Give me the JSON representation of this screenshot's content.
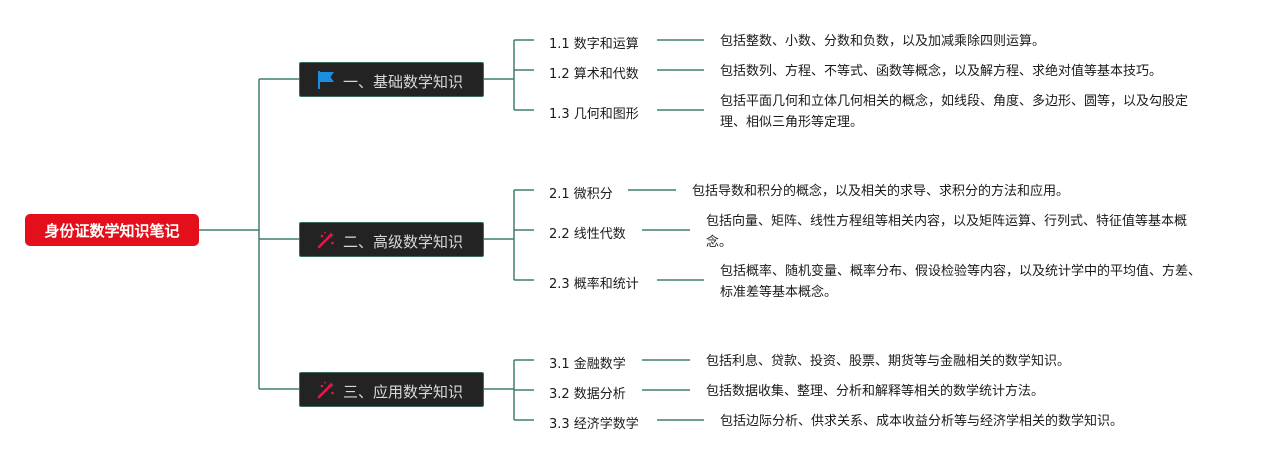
{
  "root": {
    "label": "身份证数学知识笔记"
  },
  "branches": [
    {
      "label": "一、基础数学知识",
      "icon": "flag-icon",
      "children": [
        {
          "label": "1.1 数字和运算",
          "desc": "包括整数、小数、分数和负数，以及加减乘除四则运算。"
        },
        {
          "label": "1.2 算术和代数",
          "desc": "包括数列、方程、不等式、函数等概念，以及解方程、求绝对值等基本技巧。"
        },
        {
          "label": "1.3 几何和图形",
          "desc": "包括平面几何和立体几何相关的概念，如线段、角度、多边形、圆等，以及勾股定理、相似三角形等定理。"
        }
      ]
    },
    {
      "label": "二、高级数学知识",
      "icon": "magic-wand-icon",
      "children": [
        {
          "label": "2.1 微积分",
          "desc": "包括导数和积分的概念，以及相关的求导、求积分的方法和应用。"
        },
        {
          "label": "2.2 线性代数",
          "desc": "包括向量、矩阵、线性方程组等相关内容，以及矩阵运算、行列式、特征值等基本概念。"
        },
        {
          "label": "2.3 概率和统计",
          "desc": "包括概率、随机变量、概率分布、假设检验等内容，以及统计学中的平均值、方差、标准差等基本概念。"
        }
      ]
    },
    {
      "label": "三、应用数学知识",
      "icon": "magic-wand-icon",
      "children": [
        {
          "label": "3.1 金融数学",
          "desc": "包括利息、贷款、投资、股票、期货等与金融相关的数学知识。"
        },
        {
          "label": "3.2 数据分析",
          "desc": "包括数据收集、整理、分析和解释等相关的数学统计方法。"
        },
        {
          "label": "3.3 经济学数学",
          "desc": "包括边际分析、供求关系、成本收益分析等与经济学相关的数学知识。"
        }
      ]
    }
  ],
  "colors": {
    "root_bg": "#e3101b",
    "branch_bg": "#222322",
    "connector": "#3f7f70",
    "flag": "#1a8fe0",
    "wand": "#e8174b"
  }
}
